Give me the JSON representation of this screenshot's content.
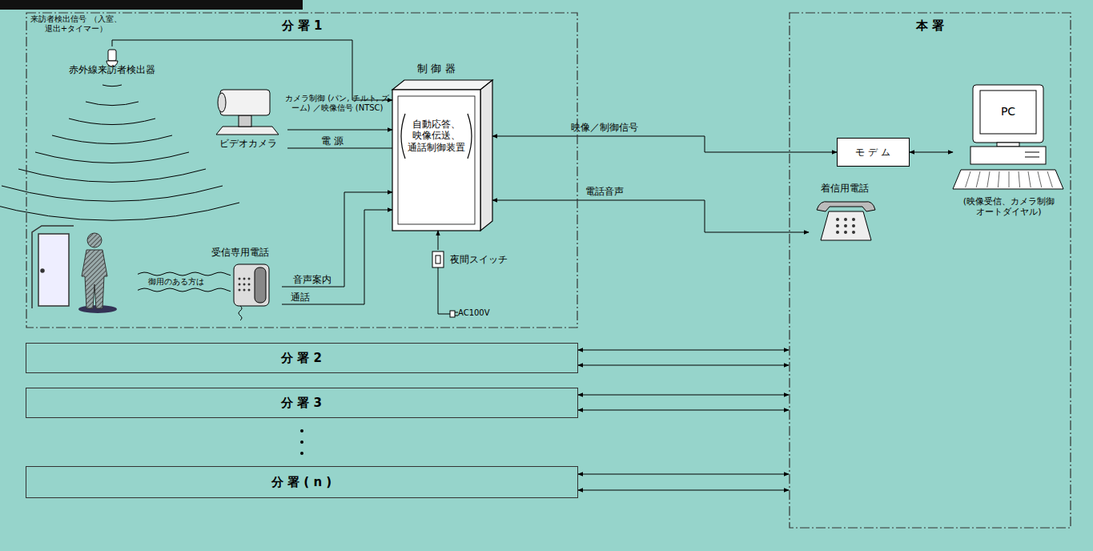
{
  "diagram": {
    "nodes": [
      {
        "text": [
          "分 署 1"
        ]
      },
      {
        "text": [
          "赤外線来訪者検出器"
        ],
        "in": 0
      },
      {
        "text": [
          "ビデオカメラ"
        ],
        "in": 0
      },
      {
        "text": [
          "受信専用電話"
        ],
        "in": 0
      },
      {
        "text": [
          "制 御 器",
          "自動応答、 映像伝送、 通話制御装置"
        ],
        "in": 0
      },
      {
        "text": [
          "夜間スイッチ"
        ],
        "in": 0
      },
      {
        "text": [
          "本 署"
        ]
      },
      {
        "text": [
          "モ デ ム"
        ],
        "in": 6
      },
      {
        "text": [
          "PC",
          "(映像受信、カメラ制御 オートダイヤル)"
        ],
        "in": 6
      },
      {
        "text": [
          "着信用電話"
        ],
        "in": 6
      },
      {
        "text": [
          "分 署 2"
        ]
      },
      {
        "text": [
          "分 署 3"
        ]
      },
      {
        "text": [
          "分 署 ( n )"
        ]
      }
    ],
    "edges": [
      {
        "from": 1,
        "to": 4,
        "label": "来訪者検出信号 （入室、退出+タイマー）",
        "arrow": "to"
      },
      {
        "from": 2,
        "to": 4,
        "label": "カメラ制御 (パン, チルト, ズーム) ／映像信号 (NTSC)",
        "arrow": "to"
      },
      {
        "from": 4,
        "to": 2,
        "label": "電 源",
        "arrow": "none"
      },
      {
        "from": 3,
        "to": 4,
        "label": "音声案内",
        "arrow": "to"
      },
      {
        "from": 3,
        "to": 4,
        "label": "通話",
        "arrow": "to"
      },
      {
        "from": 5,
        "to": 4,
        "arrow": "to"
      },
      {
        "from": 4,
        "to": 7,
        "label": "映像／制御信号",
        "arrow": "both"
      },
      {
        "from": 4,
        "to": 9,
        "label": "電話音声",
        "arrow": "both"
      },
      {
        "from": 7,
        "to": 8,
        "arrow": "both"
      },
      {
        "from": 10,
        "to": 6,
        "arrow": "both"
      },
      {
        "from": 10,
        "to": 6,
        "arrow": "both"
      },
      {
        "from": 11,
        "to": 6,
        "arrow": "both"
      },
      {
        "from": 11,
        "to": 6,
        "arrow": "both"
      },
      {
        "from": 12,
        "to": 6,
        "arrow": "both"
      },
      {
        "from": 12,
        "to": 6,
        "arrow": "both"
      }
    ],
    "labels": [
      "御用のある方は",
      "AC100V"
    ]
  }
}
